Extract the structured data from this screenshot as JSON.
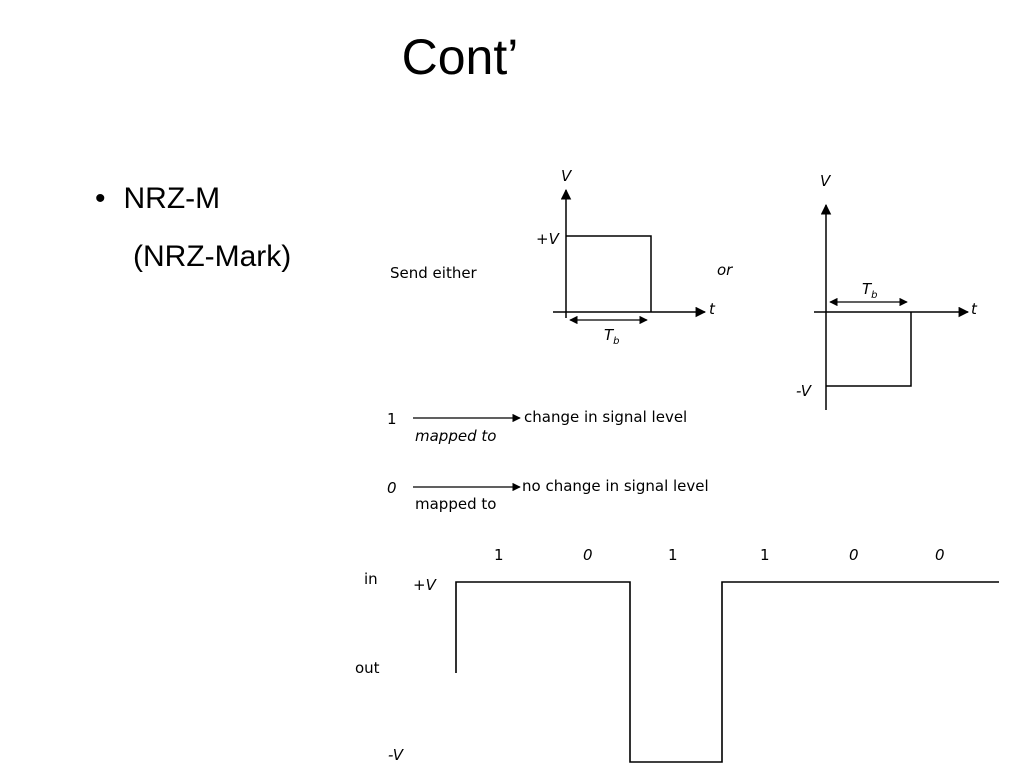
{
  "slide": {
    "title": "Cont’",
    "bullet_text": "NRZ-M",
    "bullet_sub": "(NRZ-Mark)"
  },
  "diagram": {
    "send_either": "Send either",
    "or": "or",
    "axis_v": "V",
    "axis_t": "t",
    "plus_v": "+V",
    "minus_v": "-V",
    "tb": "T",
    "tb_sub": "b",
    "rule_one": {
      "bit": "1",
      "mapped": "mapped to",
      "result": "change in signal level"
    },
    "rule_zero": {
      "bit": "0",
      "mapped": "mapped to",
      "result": "no change in signal level"
    },
    "waveform": {
      "in_label": "in",
      "out_label": "out",
      "plus_v": "+V",
      "minus_v": "-V",
      "bits": [
        "1",
        "0",
        "1",
        "1",
        "0",
        "0"
      ]
    }
  }
}
